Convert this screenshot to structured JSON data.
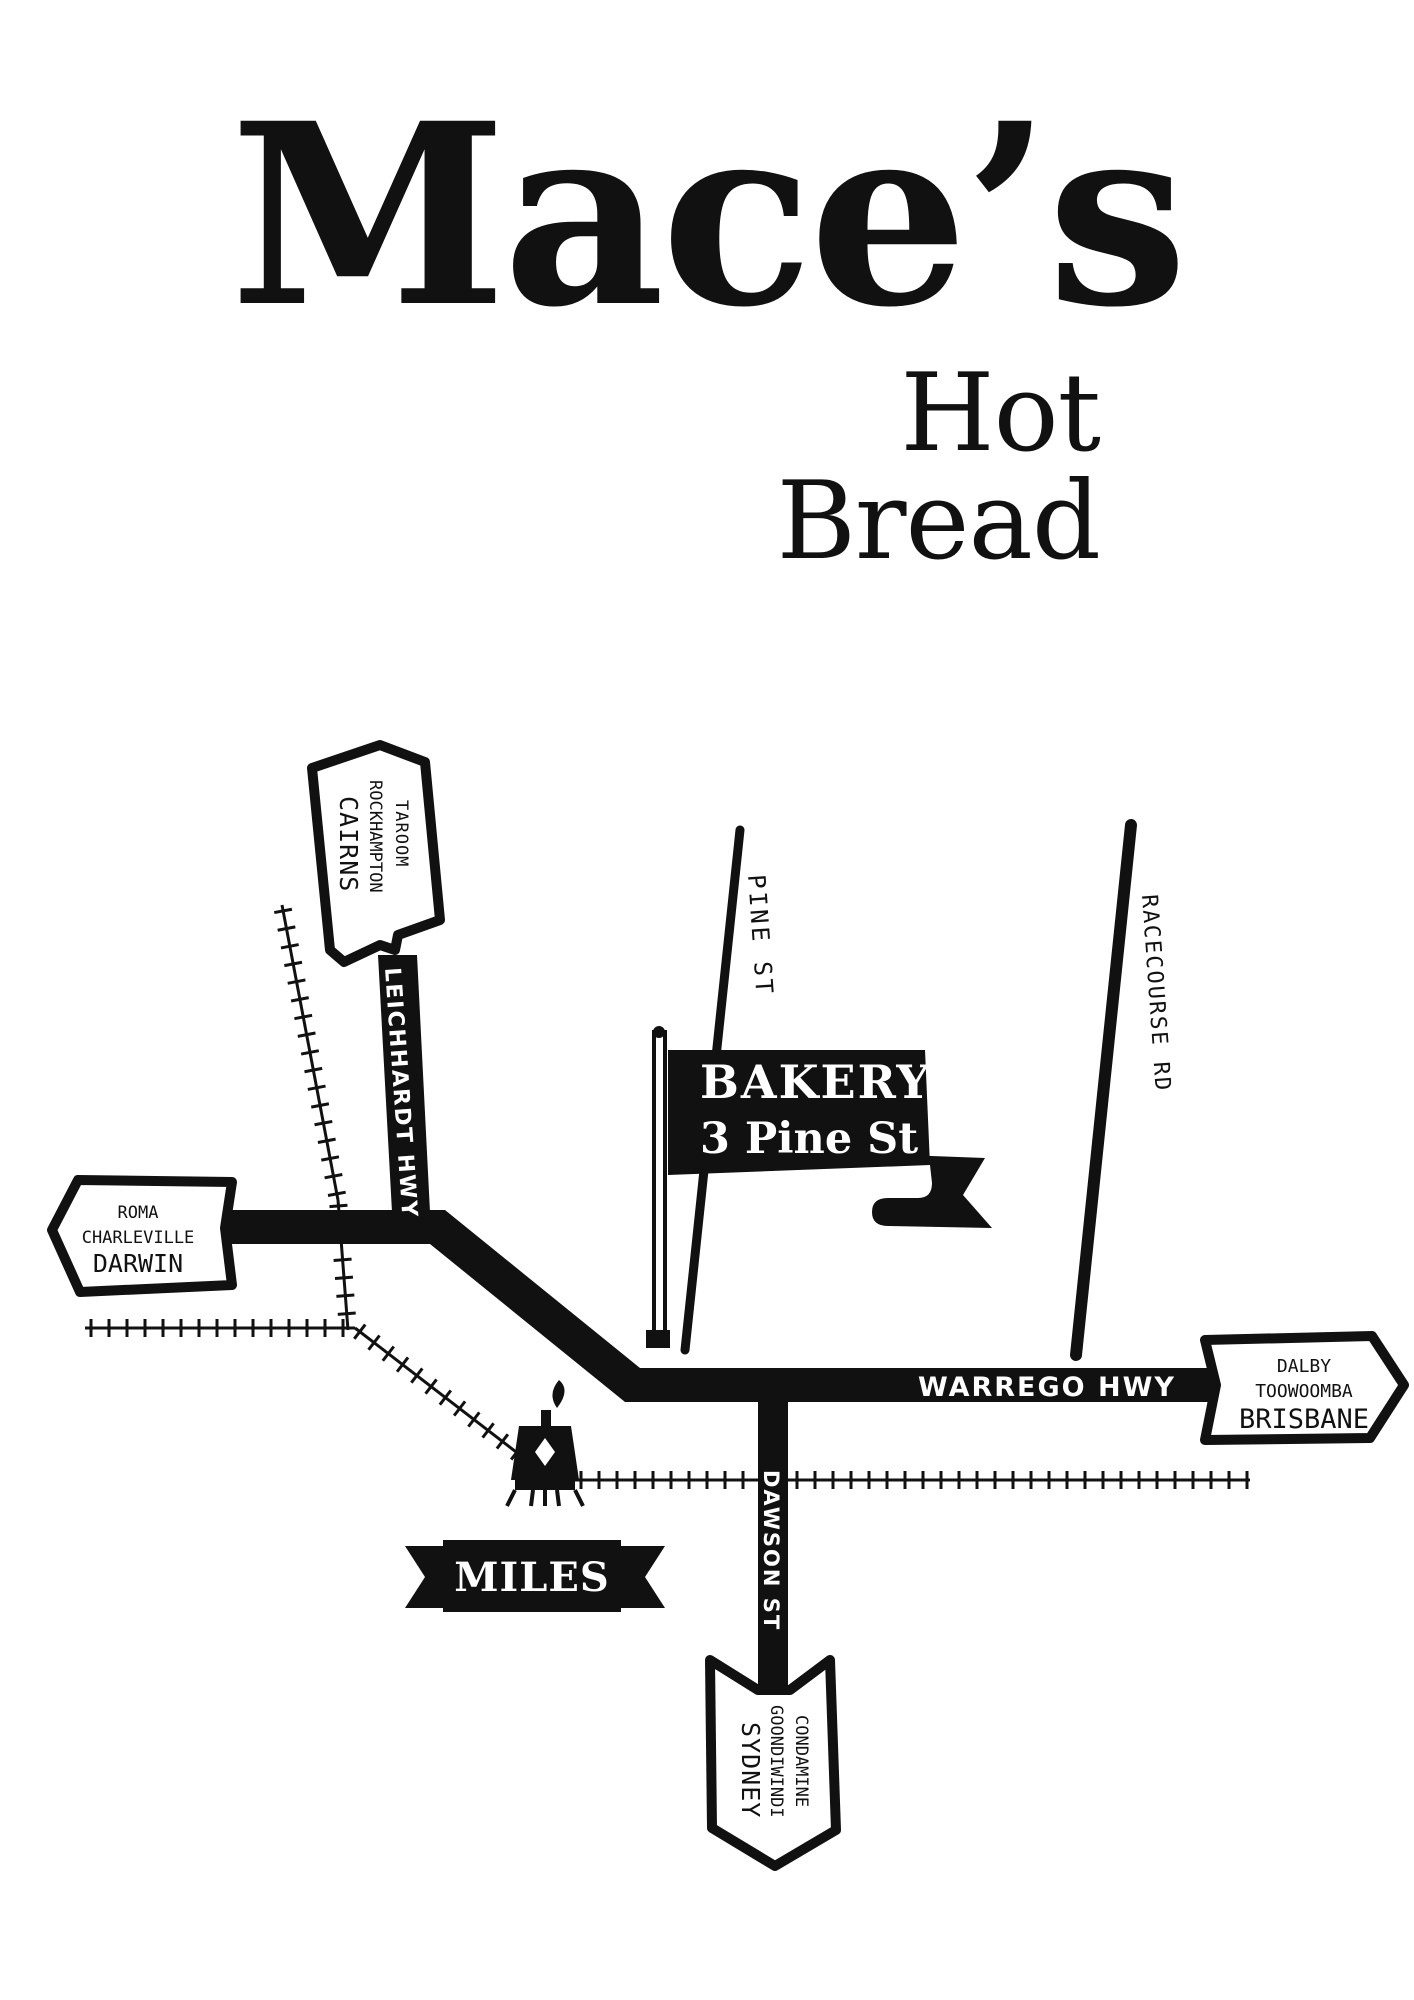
{
  "brand": {
    "name": "Mace’s",
    "tagline": "Hot Bread"
  },
  "map": {
    "streets": {
      "pine_st": "PINE ST",
      "racecourse_rd": "RACECOURSE RD",
      "leichhardt_hwy": "LEICHHARDT HWY",
      "warrego_hwy": "WARREGO HWY",
      "dawson_st": "DAWSON ST"
    },
    "bakery_flag": {
      "line1": "BAKERY",
      "line2": "3 Pine St"
    },
    "town_banner": "MILES",
    "signs": {
      "north": [
        "TAROOM",
        "ROCKHAMPTON",
        "CAIRNS"
      ],
      "west": [
        "ROMA",
        "CHARLEVILLE",
        "DARWIN"
      ],
      "east": [
        "DALBY",
        "TOOWOOMBA",
        "BRISBANE"
      ],
      "south": [
        "CONDAMINE",
        "GOONDIWINDI",
        "SYDNEY"
      ]
    },
    "icons": {
      "train": "steam-train-icon",
      "railway": "railway-track"
    },
    "colors": {
      "ink": "#111111",
      "paper": "#ffffff"
    }
  }
}
